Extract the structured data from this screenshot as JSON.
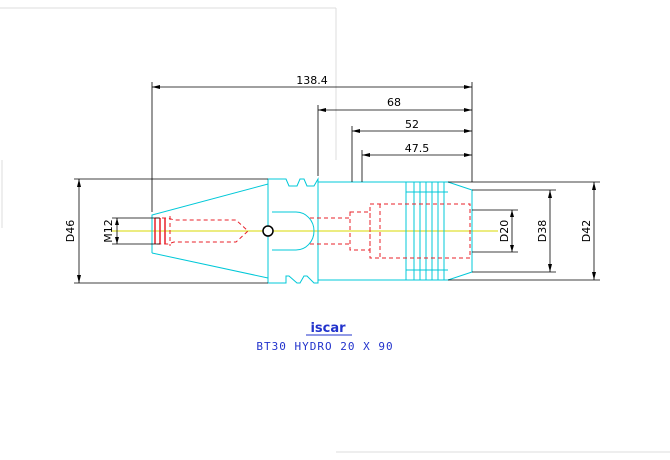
{
  "dimensions": {
    "overall_length": "138.4",
    "length_68": "68",
    "length_52": "52",
    "length_47_5": "47.5",
    "dia_46": "D46",
    "dia_m12": "M12",
    "dia_20": "D20",
    "dia_38": "D38",
    "dia_42": "D42"
  },
  "logo_text": "iscar",
  "caption": "BT30 HYDRO 20 X 90",
  "colors": {
    "outline": "#00c8d8",
    "hidden": "#e8202a",
    "centerline": "#d8d800",
    "dimension": "#000000",
    "caption": "#2233cc"
  }
}
